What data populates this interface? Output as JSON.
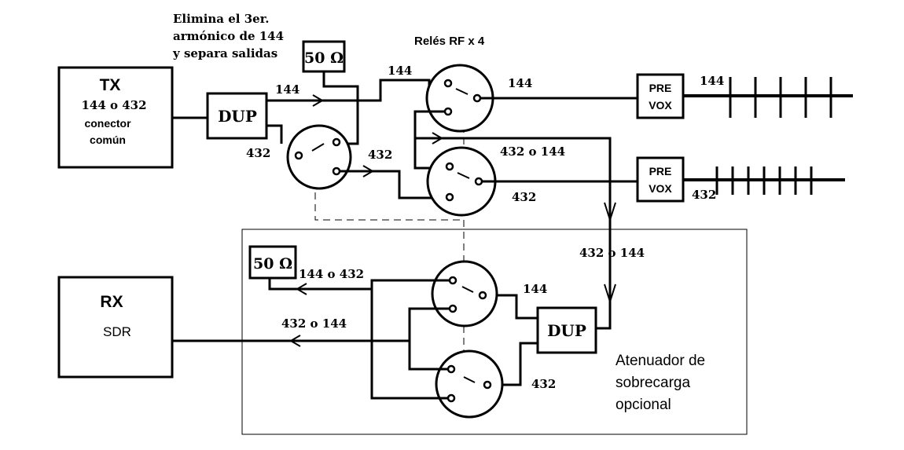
{
  "tx": {
    "title": "TX",
    "line1": "144 o 432",
    "line2": "conector",
    "line3": "común"
  },
  "rx": {
    "title": "RX",
    "subtitle": "SDR"
  },
  "note": {
    "line1": "Elimina el 3er.",
    "line2": "armónico de 144",
    "line3": "y separa salidas"
  },
  "relays_label": "Relés RF x 4",
  "dup_label": "DUP",
  "load_label": "50 Ω",
  "preamp": {
    "line1": "PRE",
    "line2": "VOX"
  },
  "labels": {
    "tx_144": "144",
    "tx_432": "432",
    "dup_out_432": "432",
    "relay_in_144": "144",
    "relay1_out": "144",
    "relay2_out": "432 o 144",
    "relay2_432": "432",
    "ant_144": "144",
    "ant_432": "432",
    "attenuator_in": "432 o 144",
    "rx_load": "144 o 432",
    "rx_out": "432 o 144",
    "rx_dup_144": "144",
    "rx_dup_432": "432"
  },
  "attenuator": {
    "line1": "Atenuador de",
    "line2": "sobrecarga",
    "line3": "opcional"
  }
}
